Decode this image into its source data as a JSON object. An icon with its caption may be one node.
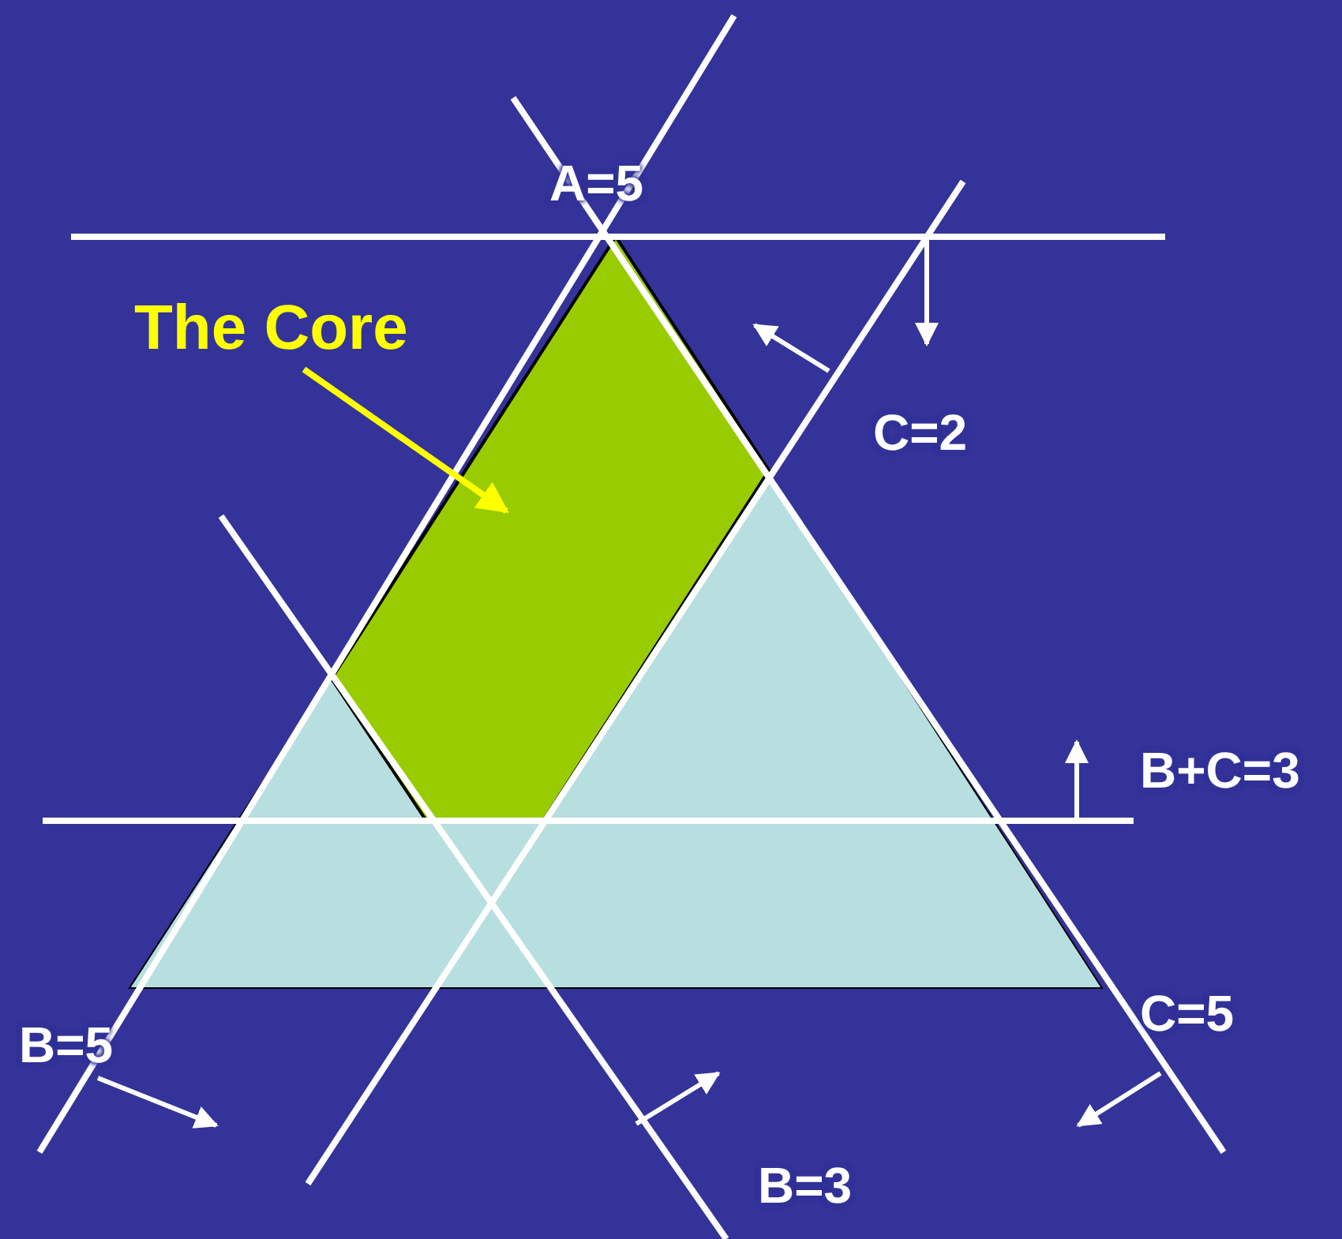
{
  "diagram": {
    "nodes": [
      {
        "text": [
          "The Core"
        ]
      },
      {
        "text": [],
        "shape": "pentagon"
      }
    ],
    "edges": [
      {
        "from": 0,
        "to": 1,
        "arrow": "to"
      }
    ],
    "labels": [
      "A=5",
      "C=2",
      "B+C=3",
      "C=5",
      "B=5",
      "B=3"
    ]
  }
}
